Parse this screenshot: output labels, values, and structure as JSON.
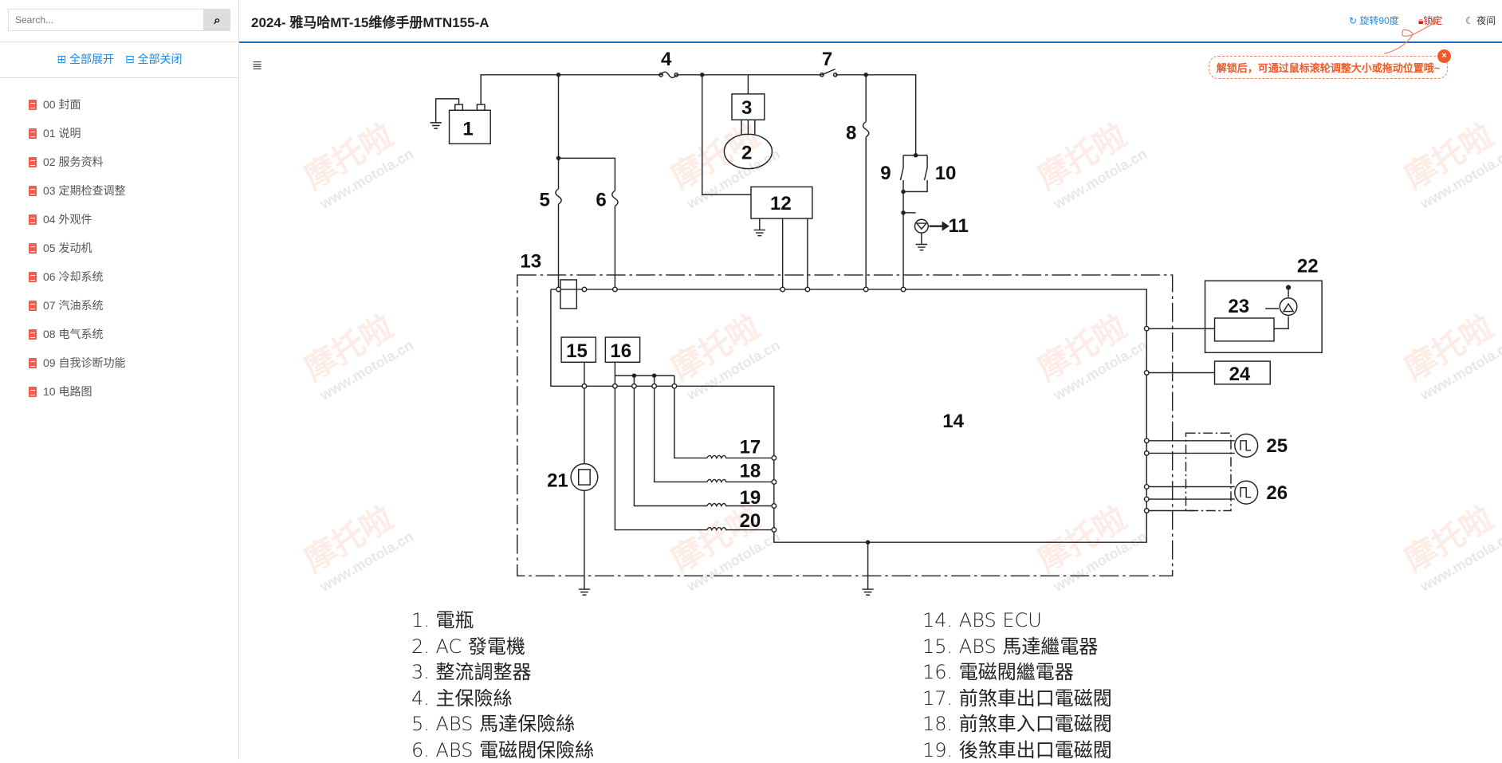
{
  "sidebar": {
    "search_placeholder": "Search...",
    "expand_all": "⊞ 全部展开",
    "collapse_all": "⊟ 全部关闭",
    "items": [
      {
        "label": "00 封面"
      },
      {
        "label": "01 说明"
      },
      {
        "label": "02 服务资料"
      },
      {
        "label": "03 定期检查调整"
      },
      {
        "label": "04 外观件"
      },
      {
        "label": "05 发动机"
      },
      {
        "label": "06 冷却系统"
      },
      {
        "label": "07 汽油系统"
      },
      {
        "label": "08 电气系统"
      },
      {
        "label": "09 自我诊断功能"
      },
      {
        "label": "10 电路图"
      }
    ]
  },
  "header": {
    "title": "2024- 雅马哈MT-15维修手册MTN155-A",
    "rotate": "旋转90度",
    "lock": "锁定",
    "night": "夜间",
    "rotate_color": "#1e88e5",
    "lock_color": "#e8120c"
  },
  "tooltip": {
    "text": "解锁后，可通过鼠标滚轮调整大小或拖动位置哦~",
    "close": "×"
  },
  "watermark": {
    "text": "摩托啦",
    "url": "www.motola.cn"
  },
  "diagram": {
    "labels": [
      "1",
      "2",
      "3",
      "4",
      "5",
      "6",
      "7",
      "8",
      "9",
      "10",
      "11",
      "12",
      "13",
      "14",
      "15",
      "16",
      "17",
      "18",
      "19",
      "20",
      "21",
      "22",
      "23",
      "24",
      "25",
      "26"
    ]
  },
  "legend": {
    "left": [
      "1.  電瓶",
      "2.  AC 發電機",
      "3.  整流調整器",
      "4.  主保險絲",
      "5.  ABS 馬達保險絲",
      "6.  ABS 電磁閥保險絲"
    ],
    "right": [
      "14. ABS ECU",
      "15. ABS 馬達繼電器",
      "16. 電磁閥繼電器",
      "17. 前煞車出口電磁閥",
      "18. 前煞車入口電磁閥",
      "19. 後煞車出口電磁閥"
    ]
  }
}
